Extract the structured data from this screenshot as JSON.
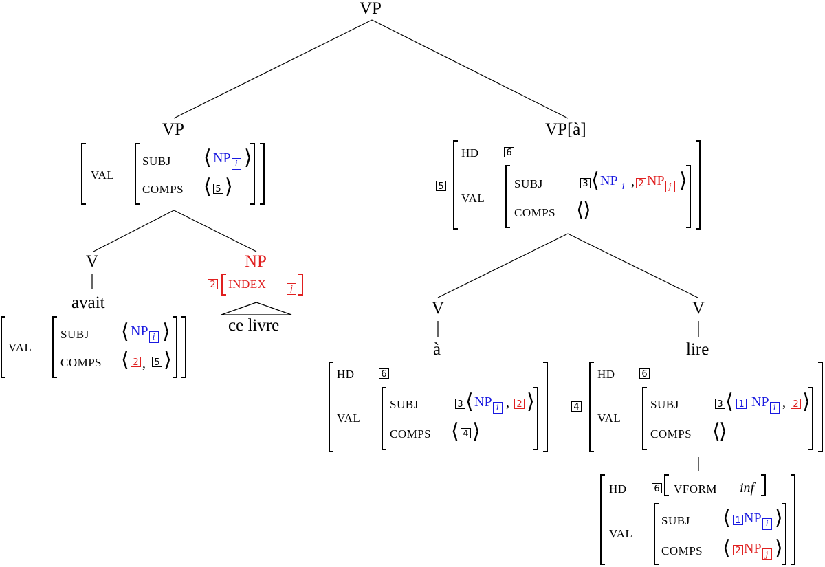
{
  "nodes": {
    "root": "VP",
    "left_vp": "VP",
    "right_vp": "VP[à]",
    "v_avait": "V",
    "word_avait": "avait",
    "np_obj": "NP",
    "word_ce_livre": "ce livre",
    "v_a": "V",
    "word_a": "à",
    "v_lire": "V",
    "word_lire": "lire"
  },
  "features": {
    "val": "VAL",
    "subj": "SUBJ",
    "comps": "COMPS",
    "hd": "HD",
    "index": "INDEX",
    "vform": "VFORM",
    "vform_value": "inf"
  },
  "tags": {
    "t1": "1",
    "t2": "2",
    "t3": "3",
    "t4": "4",
    "t5": "5",
    "t6": "6"
  },
  "symbols": {
    "np": "NP",
    "i": "i",
    "j": "j",
    "comma": ",",
    "langle": "⟨",
    "rangle": "⟩"
  },
  "colors": {
    "subject_blue": "#1a1ae0",
    "object_red": "#e02020"
  }
}
